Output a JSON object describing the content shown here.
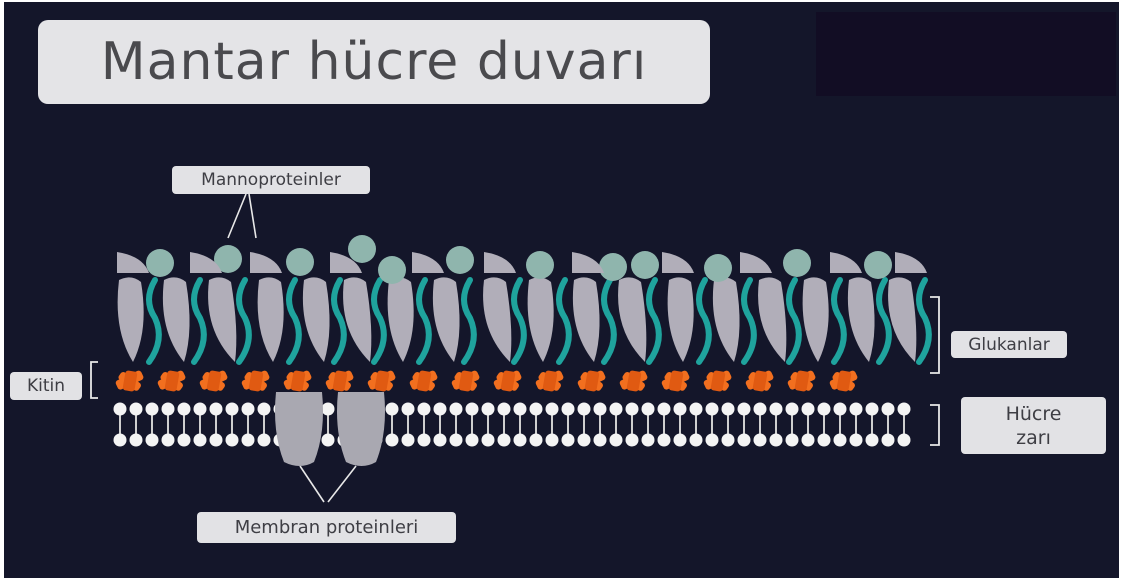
{
  "title": "Mantar hücre duvarı",
  "labels": {
    "mannoproteins": "Mannoproteinler",
    "glucans": "Glukanlar",
    "chitin": "Kitin",
    "membrane_proteins": "Membran proteinleri",
    "cell_membrane_line1": "Hücre",
    "cell_membrane_line2": "zarı"
  },
  "colors": {
    "background": "#14162a",
    "label_box": "#e2e2e5",
    "mannoprotein_sphere": "#8fb5ad",
    "glucan_strand": "#1fa39d",
    "glucan_leaf": "#b1aeb9",
    "chitin": "#f26f1f",
    "membrane_bead": "#f4f4f4",
    "membrane_protein": "#a9a8b1"
  }
}
